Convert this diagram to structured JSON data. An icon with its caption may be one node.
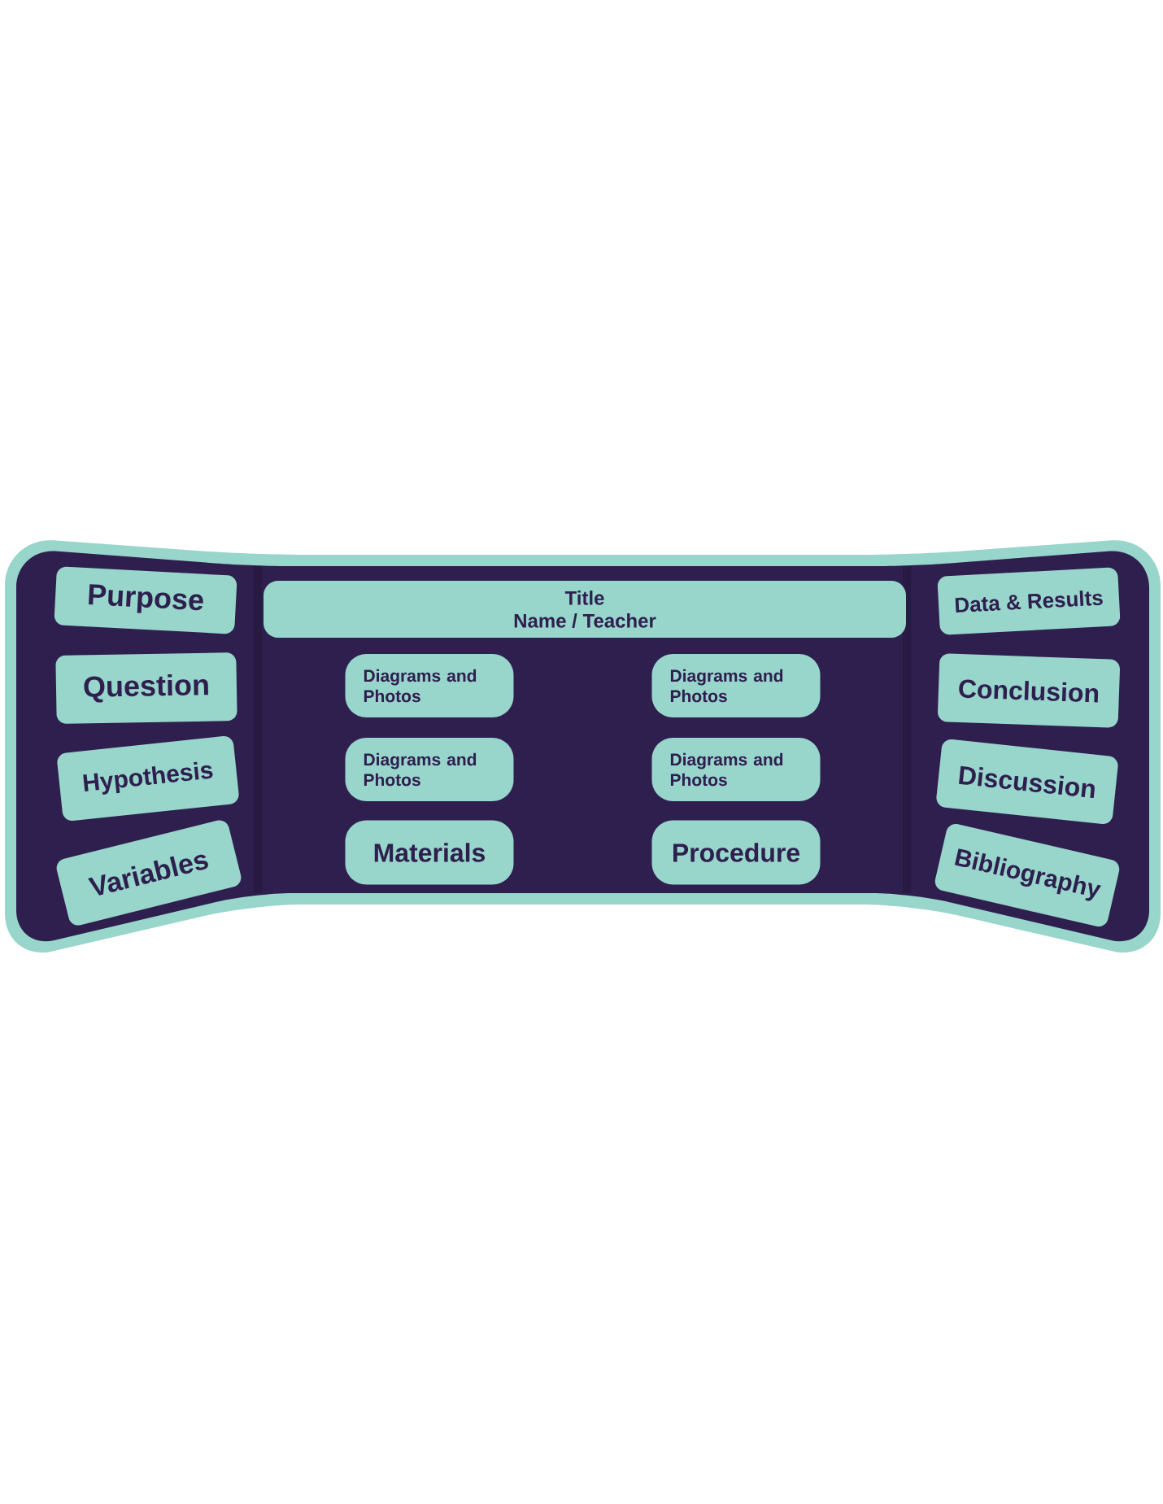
{
  "diagram": {
    "nodes": [
      {
        "text": [
          "Purpose"
        ]
      },
      {
        "text": [
          "Title",
          "Name / Teacher"
        ]
      },
      {
        "text": [
          "Data & Results"
        ]
      },
      {
        "text": [
          "Question"
        ]
      },
      {
        "text": [
          "Diagrams and Photos"
        ]
      },
      {
        "text": [
          "Diagrams and Photos"
        ]
      },
      {
        "text": [
          "Conclusion"
        ]
      },
      {
        "text": [
          "Hypothesis"
        ]
      },
      {
        "text": [
          "Diagrams and Photos"
        ]
      },
      {
        "text": [
          "Diagrams and Photos"
        ]
      },
      {
        "text": [
          "Discussion"
        ]
      },
      {
        "text": [
          "Variables"
        ]
      },
      {
        "text": [
          "Materials"
        ]
      },
      {
        "text": [
          "Procedure"
        ]
      },
      {
        "text": [
          "Bibliography"
        ]
      }
    ]
  }
}
